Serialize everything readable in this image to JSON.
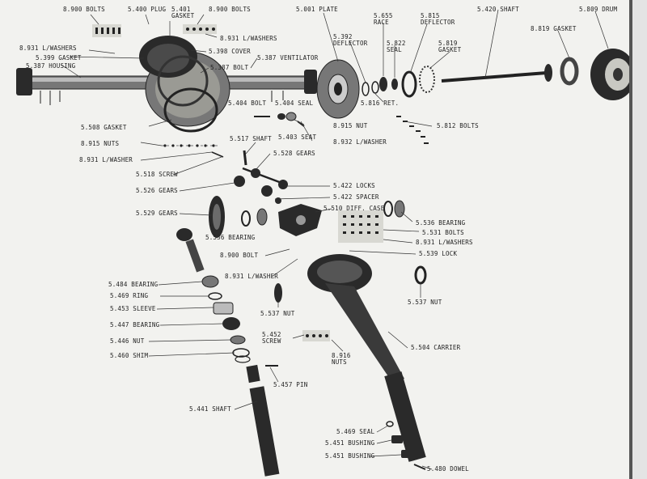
{
  "labels": {
    "plug_5400": "5.400 PLUG",
    "gasket_5401": "5.401\nGASKET",
    "bolts_8900_a": "8.900 BOLTS",
    "bolts_8900_b": "8.900 BOLTS",
    "lwashers_8931_a": "8.931 L/WASHERS",
    "lwashers_8931_b": "8.931 L/WASHERS",
    "gasket_5399": "5.399 GASKET",
    "housing_5387": "5.387 HOUSING",
    "cover_5398": "5.398 COVER",
    "ventilator_5387": "5.387 VENTILATOR",
    "bolt_5387": "5.387 BOLT",
    "plate_5001": "5.001 PLATE",
    "deflector_5392": "5.392\nDEFLECTOR",
    "race_5655": "5.655\nRACE",
    "seal_5822": "5.822\nSEAL",
    "deflector_5815": "5.815\nDEFLECTOR",
    "gasket_5819_a": "5.819\nGASKET",
    "shaft_5420": "5.420 SHAFT",
    "gasket_8819": "8.819 GASKET",
    "drum_5809": "5.809 DRUM",
    "ret_5816": "5.816 RET.",
    "bolt_5404": "5.404 BOLT",
    "seal_5404": "5.404 SEAL",
    "nut_8915_a": "8.915 NUT",
    "seat_5403": "5.403 SEAT",
    "lwasher_8932": "8.932 L/WASHER",
    "bolts_5812": "5.812 BOLTS",
    "gasket_5508": "5.508 GASKET",
    "nuts_8915": "8.915 NUTS",
    "lwasher_8931_c": "8.931 L/WASHER",
    "shaft_5517": "5.517 SHAFT",
    "gears_5528": "5.528 GEARS",
    "screw_5518": "5.518 SCREW",
    "locks_5422": "5.422 LOCKS",
    "gears_5526": "5.526 GEARS",
    "spacer_5422": "5.422 SPACER",
    "gears_5529": "5.529 GEARS",
    "diff_case_5510": "5.510 DIFF. CASE",
    "bearing_5536_a": "5.536 BEARING",
    "bearing_5536_b": "5.536 BEARING",
    "bolts_5531": "5.531 BOLTS",
    "lwashers_8931_d": "8.931 L/WASHERS",
    "bolt_8900": "8.900 BOLT",
    "lock_5539": "5.539 LOCK",
    "lwasher_8931_e": "8.931 L/WASHER",
    "bearing_5484": "5.484 BEARING",
    "ring_5469": "5.469 RING",
    "sleeve_5453": "5.453 SLEEVE",
    "bearing_5447": "5.447 BEARING",
    "nut_5446": "5.446 NUT",
    "shim_5460": "5.460 SHIM",
    "nut_5537_a": "5.537 NUT",
    "nut_5537_b": "5.537 NUT",
    "screw_5452": "5.452\nSCREW",
    "nuts_8916": "8.916\nNUTS",
    "carrier_5504": "5.504 CARRIER",
    "pin_5457": "5.457 PIN",
    "shaft_5441": "5.441 SHAFT",
    "seal_5469": "5.469 SEAL",
    "bushing_5451_a": "5.451 BUSHING",
    "bushing_5451_b": "5.451 BUSHING",
    "dowel_5480": "5.480 DOWEL"
  },
  "colors": {
    "paper": "#f2f2ef",
    "ink": "#222222",
    "part_dark": "#2a2a2a",
    "part_mid": "#777777",
    "part_light": "#d8d8d2"
  }
}
